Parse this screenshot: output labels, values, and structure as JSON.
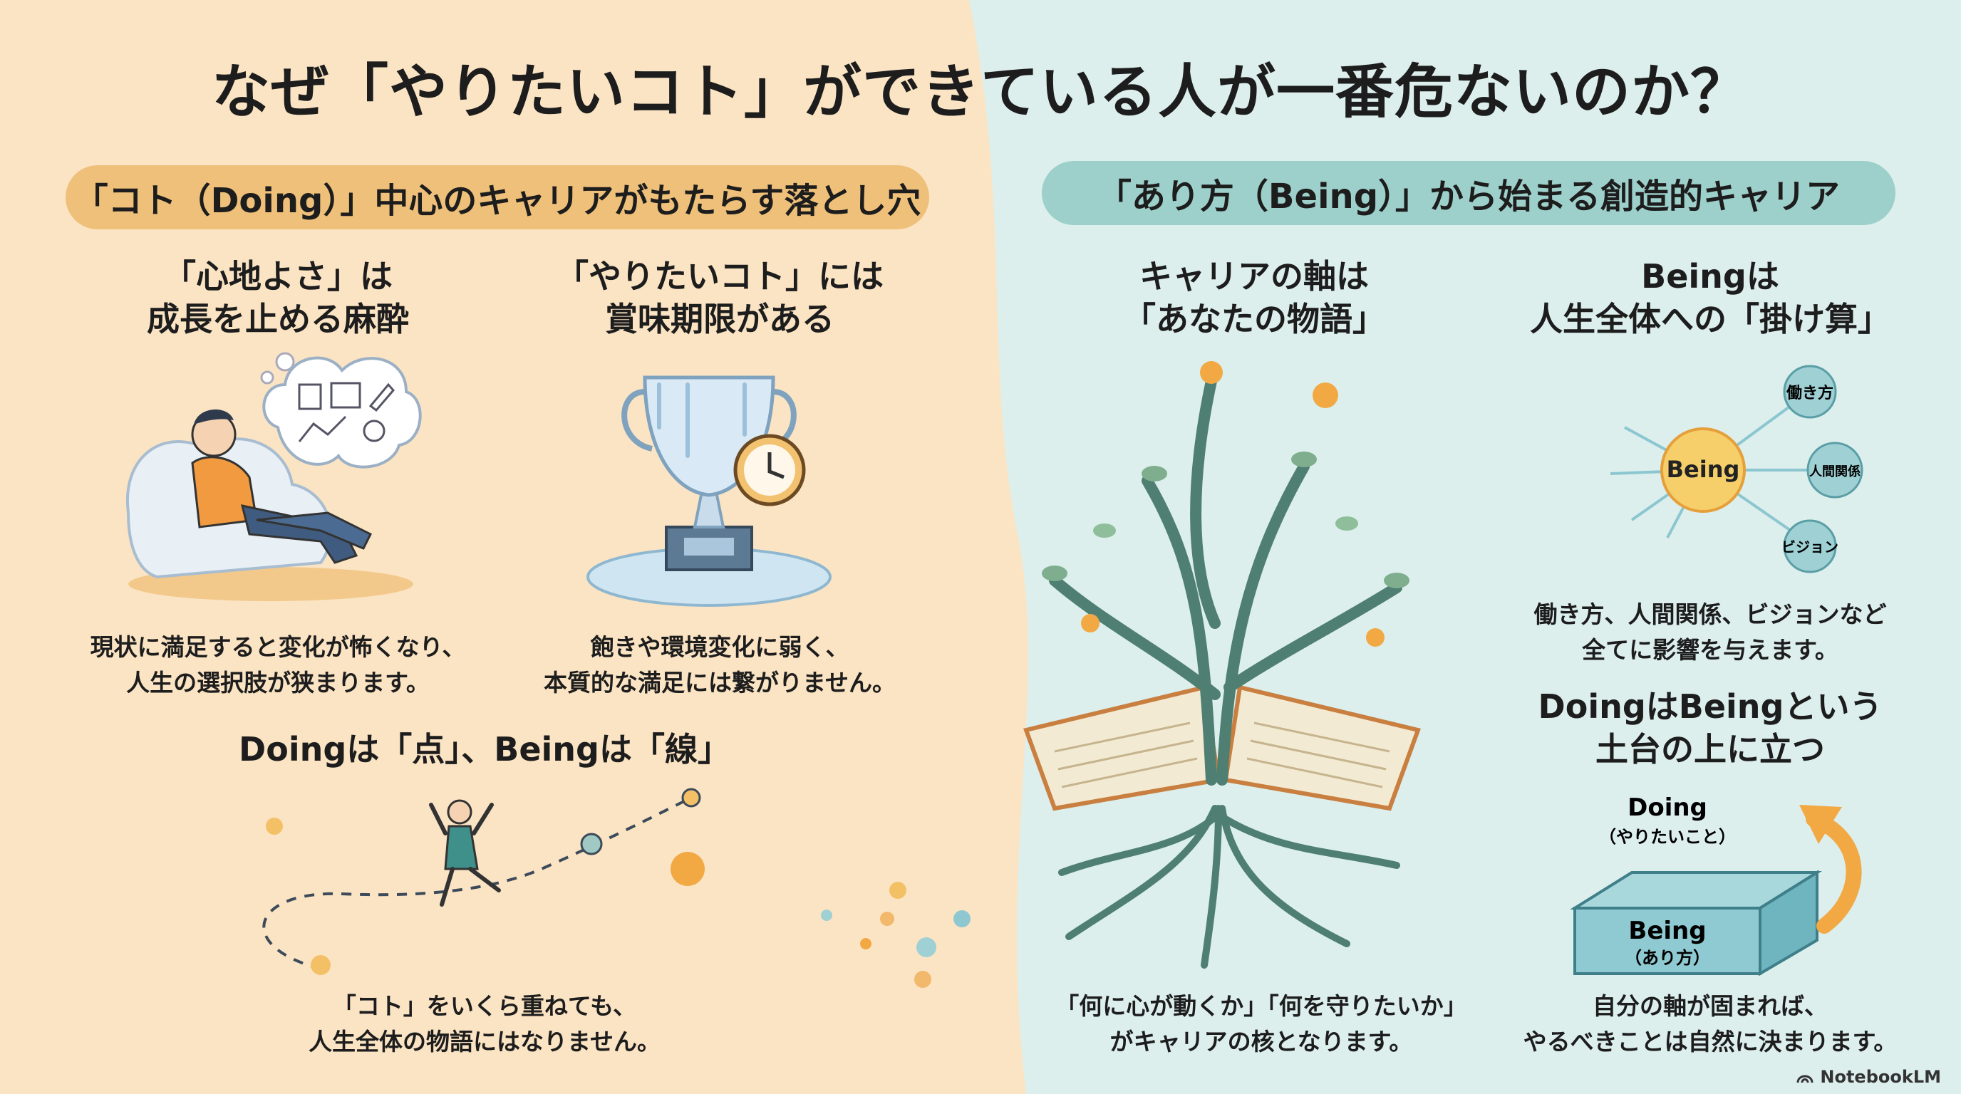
{
  "title": "なぜ「やりたいコト」ができている人が一番危ないのか？",
  "colors": {
    "left_bg": "#fbe4c4",
    "right_bg": "#dcefed",
    "left_banner": "#efc07a",
    "right_banner": "#9dd0cb",
    "accent_orange": "#f2a944",
    "accent_teal": "#3f7f7a"
  },
  "left": {
    "banner": "「コト（Doing）」中心のキャリアがもたらす落とし穴",
    "card1": {
      "heading_line1": "「心地よさ」は",
      "heading_line2": "成長を止める麻酔",
      "body_line1": "現状に満足すると変化が怖くなり、",
      "body_line2": "人生の選択肢が狭まります。",
      "icon": "person-relaxing-in-comfortable-chair-icon"
    },
    "card2": {
      "heading_line1": "「やりたいコト」には",
      "heading_line2": "賞味期限がある",
      "body_line1": "飽きや環境変化に弱く、",
      "body_line2": "本質的な満足には繋がりません。",
      "icon": "melting-trophy-with-clock-icon"
    },
    "card3": {
      "heading": "Doingは「点」、Beingは「線」",
      "body_line1": "「コト」をいくら重ねても、",
      "body_line2": "人生全体の物語にはなりません。",
      "icon": "dotted-path-with-jumping-person-icon"
    }
  },
  "right": {
    "banner": "「あり方（Being）」から始まる創造的キャリア",
    "card1": {
      "heading_line1": "キャリアの軸は",
      "heading_line2": "「あなたの物語」",
      "body_line1": "「何に心が動くか」「何を守りたいか」",
      "body_line2": "がキャリアの核となります。",
      "icon": "tree-growing-from-book-icon"
    },
    "card2": {
      "heading_line1": "Beingは",
      "heading_line2": "人生全体への「掛け算」",
      "hub": "Being",
      "nodes": [
        "働き方",
        "人間関係",
        "ビジョン"
      ],
      "body_line1": "働き方、人間関係、ビジョンなど",
      "body_line2": "全てに影響を与えます。"
    },
    "card3": {
      "heading_line1": "DoingはBeingという",
      "heading_line2": "土台の上に立つ",
      "doing_label": "Doing",
      "doing_sub": "（やりたいこと）",
      "being_label": "Being",
      "being_sub": "（あり方）",
      "body_line1": "自分の軸が固まれば、",
      "body_line2": "やるべきことは自然に決まります。"
    }
  },
  "footer": {
    "brand": "NotebookLM"
  }
}
